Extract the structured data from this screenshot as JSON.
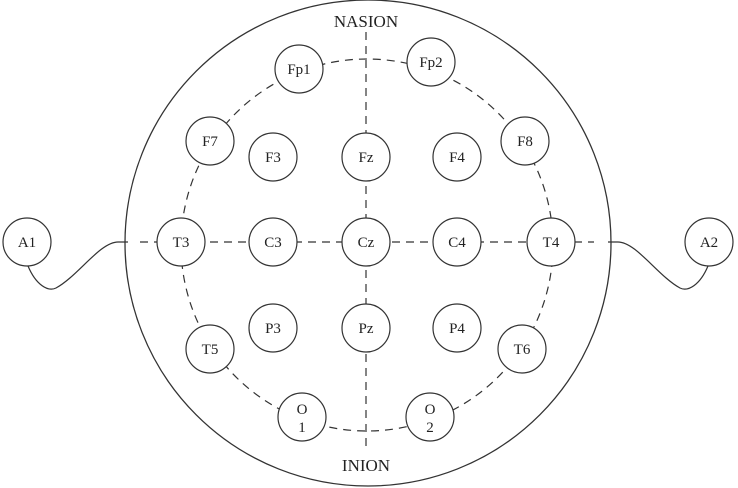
{
  "title_top": "NASION",
  "title_bottom": "INION",
  "electrodes": [
    {
      "id": "Fp1",
      "lines": [
        "Fp1"
      ]
    },
    {
      "id": "Fp2",
      "lines": [
        "Fp2"
      ]
    },
    {
      "id": "F7",
      "lines": [
        "F7"
      ]
    },
    {
      "id": "F3",
      "lines": [
        "F3"
      ]
    },
    {
      "id": "Fz",
      "lines": [
        "Fz"
      ]
    },
    {
      "id": "F4",
      "lines": [
        "F4"
      ]
    },
    {
      "id": "F8",
      "lines": [
        "F8"
      ]
    },
    {
      "id": "T3",
      "lines": [
        "T3"
      ]
    },
    {
      "id": "C3",
      "lines": [
        "C3"
      ]
    },
    {
      "id": "Cz",
      "lines": [
        "Cz"
      ]
    },
    {
      "id": "C4",
      "lines": [
        "C4"
      ]
    },
    {
      "id": "T4",
      "lines": [
        "T4"
      ]
    },
    {
      "id": "T5",
      "lines": [
        "T5"
      ]
    },
    {
      "id": "P3",
      "lines": [
        "P3"
      ]
    },
    {
      "id": "Pz",
      "lines": [
        "Pz"
      ]
    },
    {
      "id": "P4",
      "lines": [
        "P4"
      ]
    },
    {
      "id": "T6",
      "lines": [
        "T6"
      ]
    },
    {
      "id": "O1",
      "lines": [
        "O",
        "1"
      ]
    },
    {
      "id": "O2",
      "lines": [
        "O",
        "2"
      ]
    },
    {
      "id": "A1",
      "lines": [
        "A1"
      ]
    },
    {
      "id": "A2",
      "lines": [
        "A2"
      ]
    }
  ]
}
